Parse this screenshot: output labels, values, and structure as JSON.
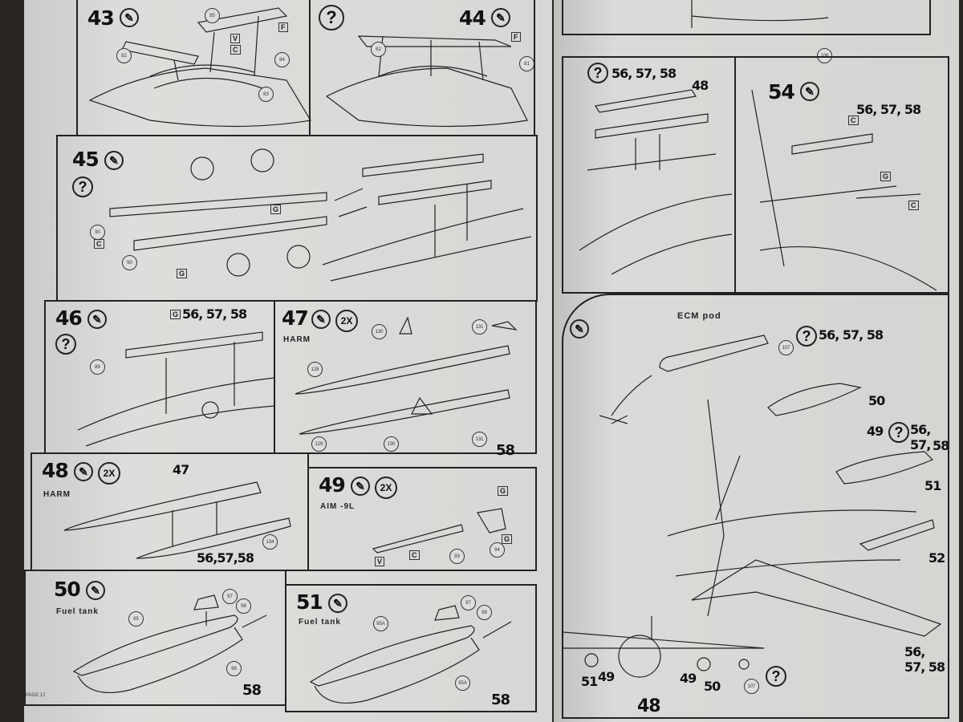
{
  "left_page": {
    "page_label": "PAGE 12",
    "steps": [
      {
        "number": "43",
        "parts": [
          "85",
          "82",
          "84",
          "83"
        ],
        "tags": [
          "V",
          "C",
          "F"
        ]
      },
      {
        "number": "44",
        "parts": [
          "82",
          "81"
        ],
        "tags": [
          "F"
        ]
      },
      {
        "number": "45",
        "parts": [
          "90",
          "90"
        ],
        "tags": [
          "G",
          "C",
          "G"
        ]
      },
      {
        "number": "46",
        "parts": [
          "89"
        ],
        "tags": [
          "G"
        ],
        "reference": "56, 57, 58"
      },
      {
        "number": "47",
        "multiplier": "2X",
        "label": "HARM",
        "parts": [
          "130",
          "131",
          "128",
          "129",
          "130",
          "131"
        ],
        "reference": "58"
      },
      {
        "number": "48",
        "multiplier": "2X",
        "label": "HARM",
        "callout": "47",
        "parts": [
          "134"
        ],
        "reference": "56,57,58"
      },
      {
        "number": "49",
        "multiplier": "2X",
        "label": "AIM -9L",
        "parts": [
          "93",
          "94"
        ],
        "tags": [
          "G",
          "G",
          "C",
          "V"
        ]
      },
      {
        "number": "50",
        "label": "Fuel tank",
        "parts": [
          "95",
          "97",
          "98",
          "96"
        ],
        "reference": "58"
      },
      {
        "number": "51",
        "label": "Fuel tank",
        "parts": [
          "95A",
          "97",
          "98",
          "95A"
        ],
        "reference": "58"
      }
    ],
    "question_mark": "?"
  },
  "right_page": {
    "top_part": "106",
    "step_53": {
      "reference": "56, 57, 58",
      "callout": "48"
    },
    "step_54": {
      "number": "54",
      "reference": "56, 57, 58",
      "tags": [
        "C",
        "G",
        "C"
      ]
    },
    "step_55": {
      "ecm_label": "ECM pod",
      "ecm_part": "107",
      "ecm_reference": "56, 57, 58",
      "callouts": [
        "50",
        "49",
        "51",
        "52"
      ],
      "callout_49_reference": "56, 57,",
      "callout_49_reference_2": "58",
      "bottom_reference": "56, 57, 58",
      "front_view_labels": [
        "51",
        "49",
        "49",
        "50",
        "48",
        "107"
      ]
    }
  }
}
